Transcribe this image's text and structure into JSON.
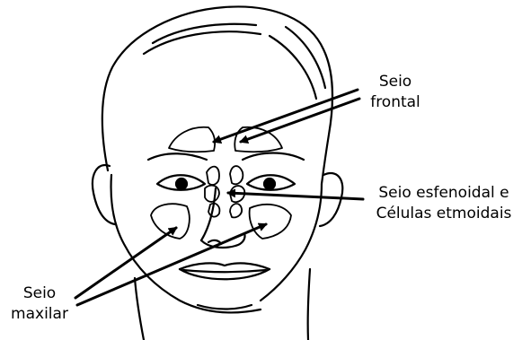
{
  "labels": {
    "frontal": [
      "Seio",
      "frontal"
    ],
    "esfenoidal": [
      "Seio esfenoidal e",
      "Células etmoidais"
    ],
    "maxilar": [
      "Seio",
      "maxilar"
    ]
  },
  "colors": {
    "ink": "#000000",
    "background": "#ffffff"
  }
}
